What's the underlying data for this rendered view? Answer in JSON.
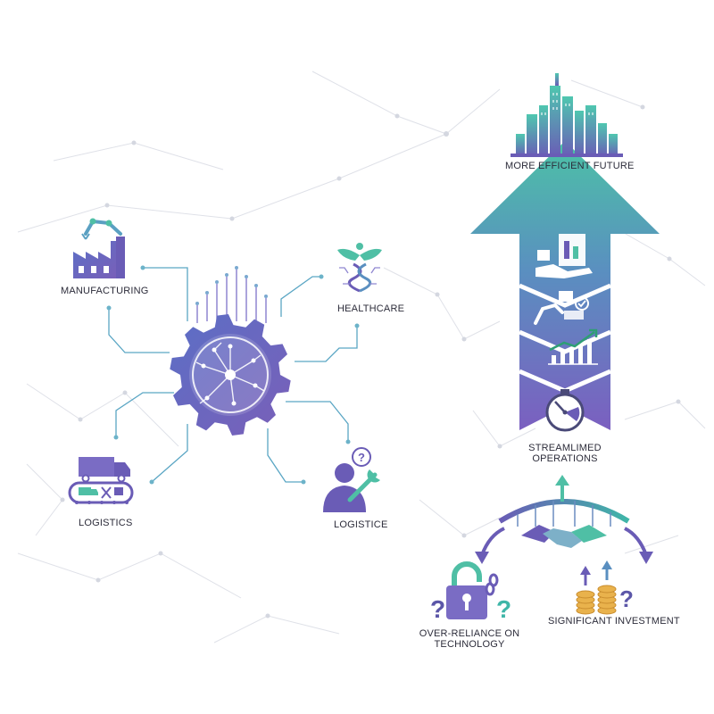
{
  "colors": {
    "purple": "#6a5fb8",
    "violet": "#7a6cc4",
    "teal": "#3fb6a8",
    "mint": "#5ecfb0",
    "gold": "#e7b04a",
    "network": "#d9dbe3",
    "text": "#2c2c3a"
  },
  "hub": {
    "icon": "gear-circuit-icon",
    "spokes": [
      {
        "label": "MANUFACTURING",
        "icon": "factory-robot-arm-icon"
      },
      {
        "label": "HEALTHCARE",
        "icon": "caduceus-icon"
      },
      {
        "label": "LOGISTICS",
        "icon": "truck-conveyor-icon"
      },
      {
        "label": "LOGISTICE",
        "icon": "worker-wrench-icon"
      }
    ]
  },
  "progress_arrow": {
    "top_label": "MORE EFFICIENT FUTURE",
    "bottom_label_line1": "STREAMLIMED",
    "bottom_label_line2": "OPERATIONS",
    "stages": [
      "hand-documents-icon",
      "robot-arm-checklist-icon",
      "growth-chart-icon",
      "stopwatch-icon"
    ],
    "top_icon": "city-skyline-icon"
  },
  "tradeoffs": {
    "center_icon": "handshake-bridge-icon",
    "left": {
      "label_line1": "OVER-RELIANCE ON",
      "label_line2": "TECHNOLOGY",
      "icon": "broken-padlock-icon"
    },
    "right": {
      "label": "SIGNIFICANT INVESTMENT",
      "icon": "coin-stacks-icon"
    }
  }
}
